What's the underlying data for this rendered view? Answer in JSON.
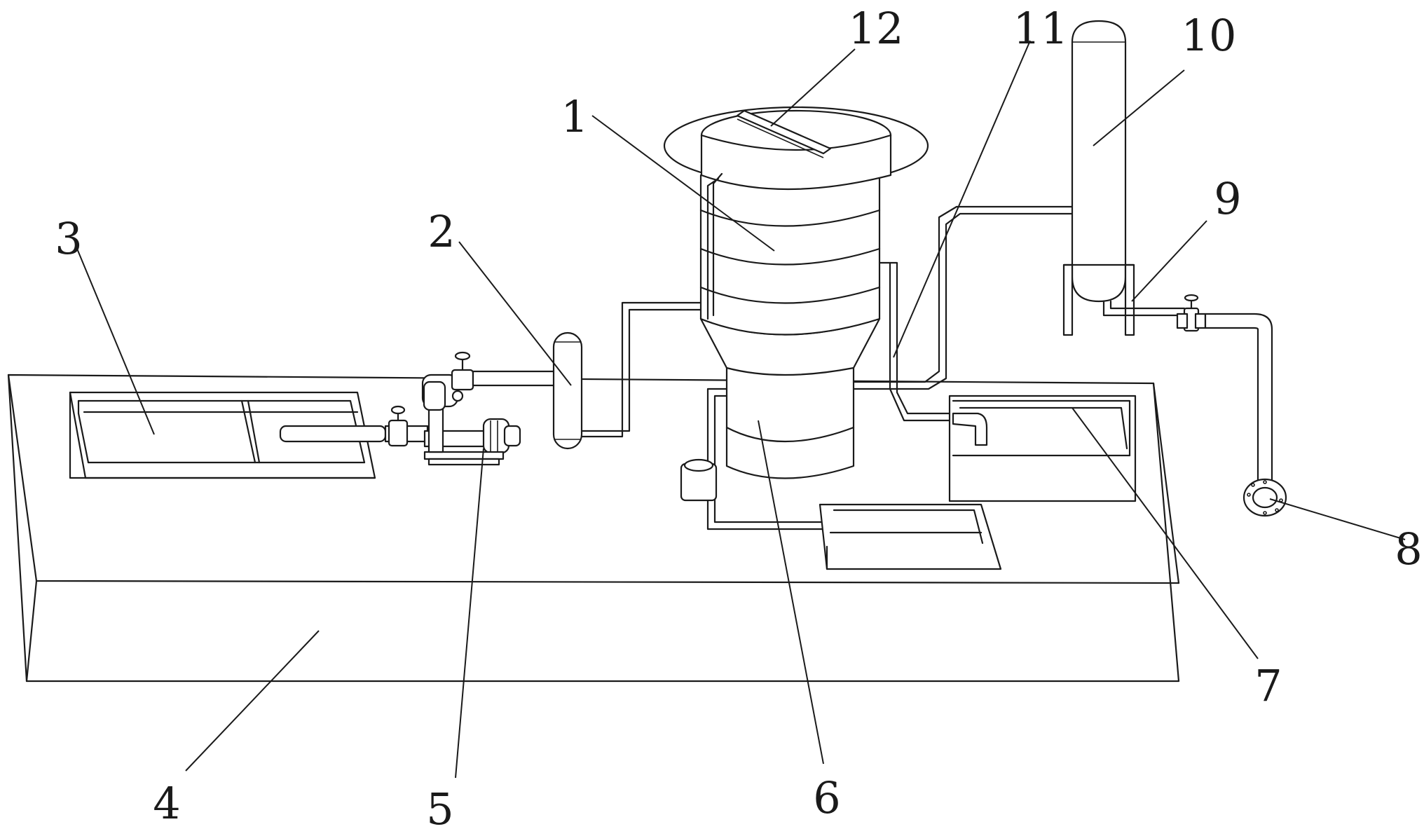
{
  "labels": [
    {
      "id": "1",
      "text": "1"
    },
    {
      "id": "2",
      "text": "2"
    },
    {
      "id": "3",
      "text": "3"
    },
    {
      "id": "4",
      "text": "4"
    },
    {
      "id": "5",
      "text": "5"
    },
    {
      "id": "6",
      "text": "6"
    },
    {
      "id": "7",
      "text": "7"
    },
    {
      "id": "8",
      "text": "8"
    },
    {
      "id": "9",
      "text": "9"
    },
    {
      "id": "10",
      "text": "10"
    },
    {
      "id": "11",
      "text": "11"
    },
    {
      "id": "12",
      "text": "12"
    }
  ],
  "colors": {
    "line": "#1a1a1a",
    "background": "#ffffff"
  }
}
